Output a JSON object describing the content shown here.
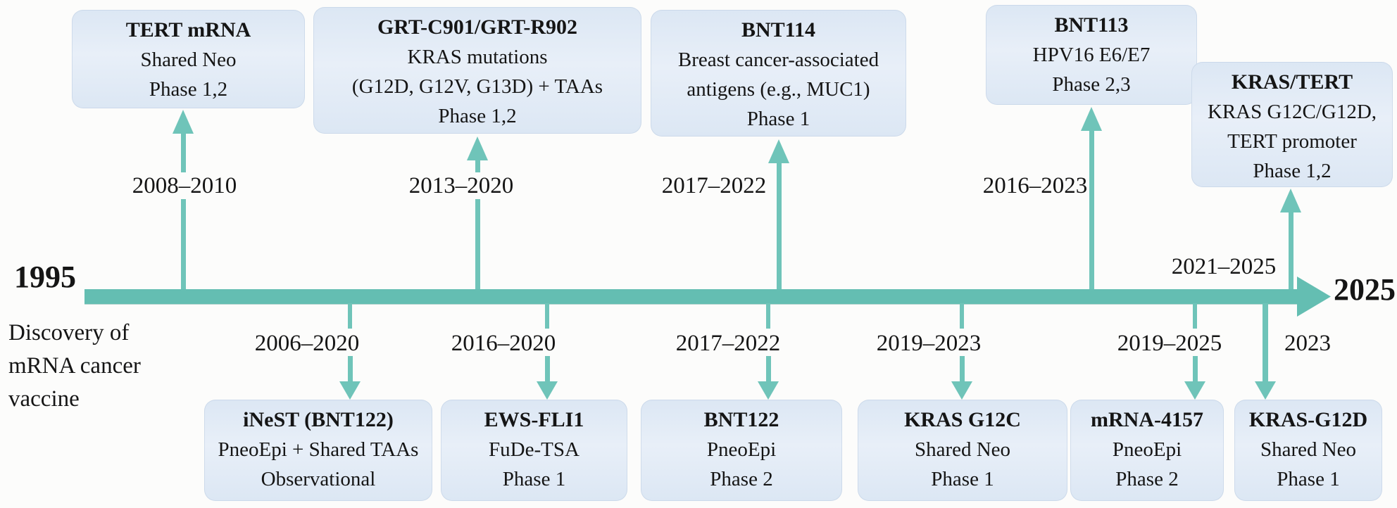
{
  "colors": {
    "accent_teal": "#64beb2",
    "arrow_teal": "#6fc4b9",
    "box_fill": "#dce7f4",
    "box_fill_light": "#e8eff8",
    "text_color": "#151515"
  },
  "axis": {
    "start_year": "1995",
    "end_year": "2025",
    "caption_lines": [
      "Discovery of",
      "mRNA cancer",
      "vaccine"
    ]
  },
  "events": [
    {
      "side": "top",
      "title": "TERT mRNA",
      "lines": [
        "Shared Neo",
        "Phase 1,2"
      ],
      "years": "2008–2010"
    },
    {
      "side": "top",
      "title": "GRT-C901/GRT-R902",
      "lines": [
        "KRAS mutations",
        "(G12D, G12V, G13D) + TAAs",
        "Phase 1,2"
      ],
      "years": "2013–2020"
    },
    {
      "side": "top",
      "title": "BNT114",
      "lines": [
        "Breast cancer-associated",
        "antigens (e.g., MUC1)",
        "Phase 1"
      ],
      "years": "2017–2022"
    },
    {
      "side": "top",
      "title": "BNT113",
      "lines": [
        "HPV16 E6/E7",
        "Phase 2,3"
      ],
      "years": "2016–2023"
    },
    {
      "side": "top",
      "title": "KRAS/TERT",
      "lines": [
        "KRAS G12C/G12D,",
        "TERT promoter",
        "Phase 1,2"
      ],
      "years": "2021–2025"
    },
    {
      "side": "bottom",
      "title": "iNeST (BNT122)",
      "lines": [
        "PneoEpi + Shared TAAs",
        "Observational"
      ],
      "years": "2006–2020"
    },
    {
      "side": "bottom",
      "title": "EWS-FLI1",
      "lines": [
        "FuDe-TSA",
        "Phase 1"
      ],
      "years": "2016–2020"
    },
    {
      "side": "bottom",
      "title": "BNT122",
      "lines": [
        "PneoEpi",
        "Phase 2"
      ],
      "years": "2017–2022"
    },
    {
      "side": "bottom",
      "title": "KRAS G12C",
      "lines": [
        "Shared Neo",
        "Phase 1"
      ],
      "years": "2019–2023"
    },
    {
      "side": "bottom",
      "title": "mRNA-4157",
      "lines": [
        "PneoEpi",
        "Phase 2"
      ],
      "years": "2019–2025"
    },
    {
      "side": "bottom",
      "title": "KRAS-G12D",
      "lines": [
        "Shared Neo",
        "Phase 1"
      ],
      "years": "2023"
    }
  ]
}
